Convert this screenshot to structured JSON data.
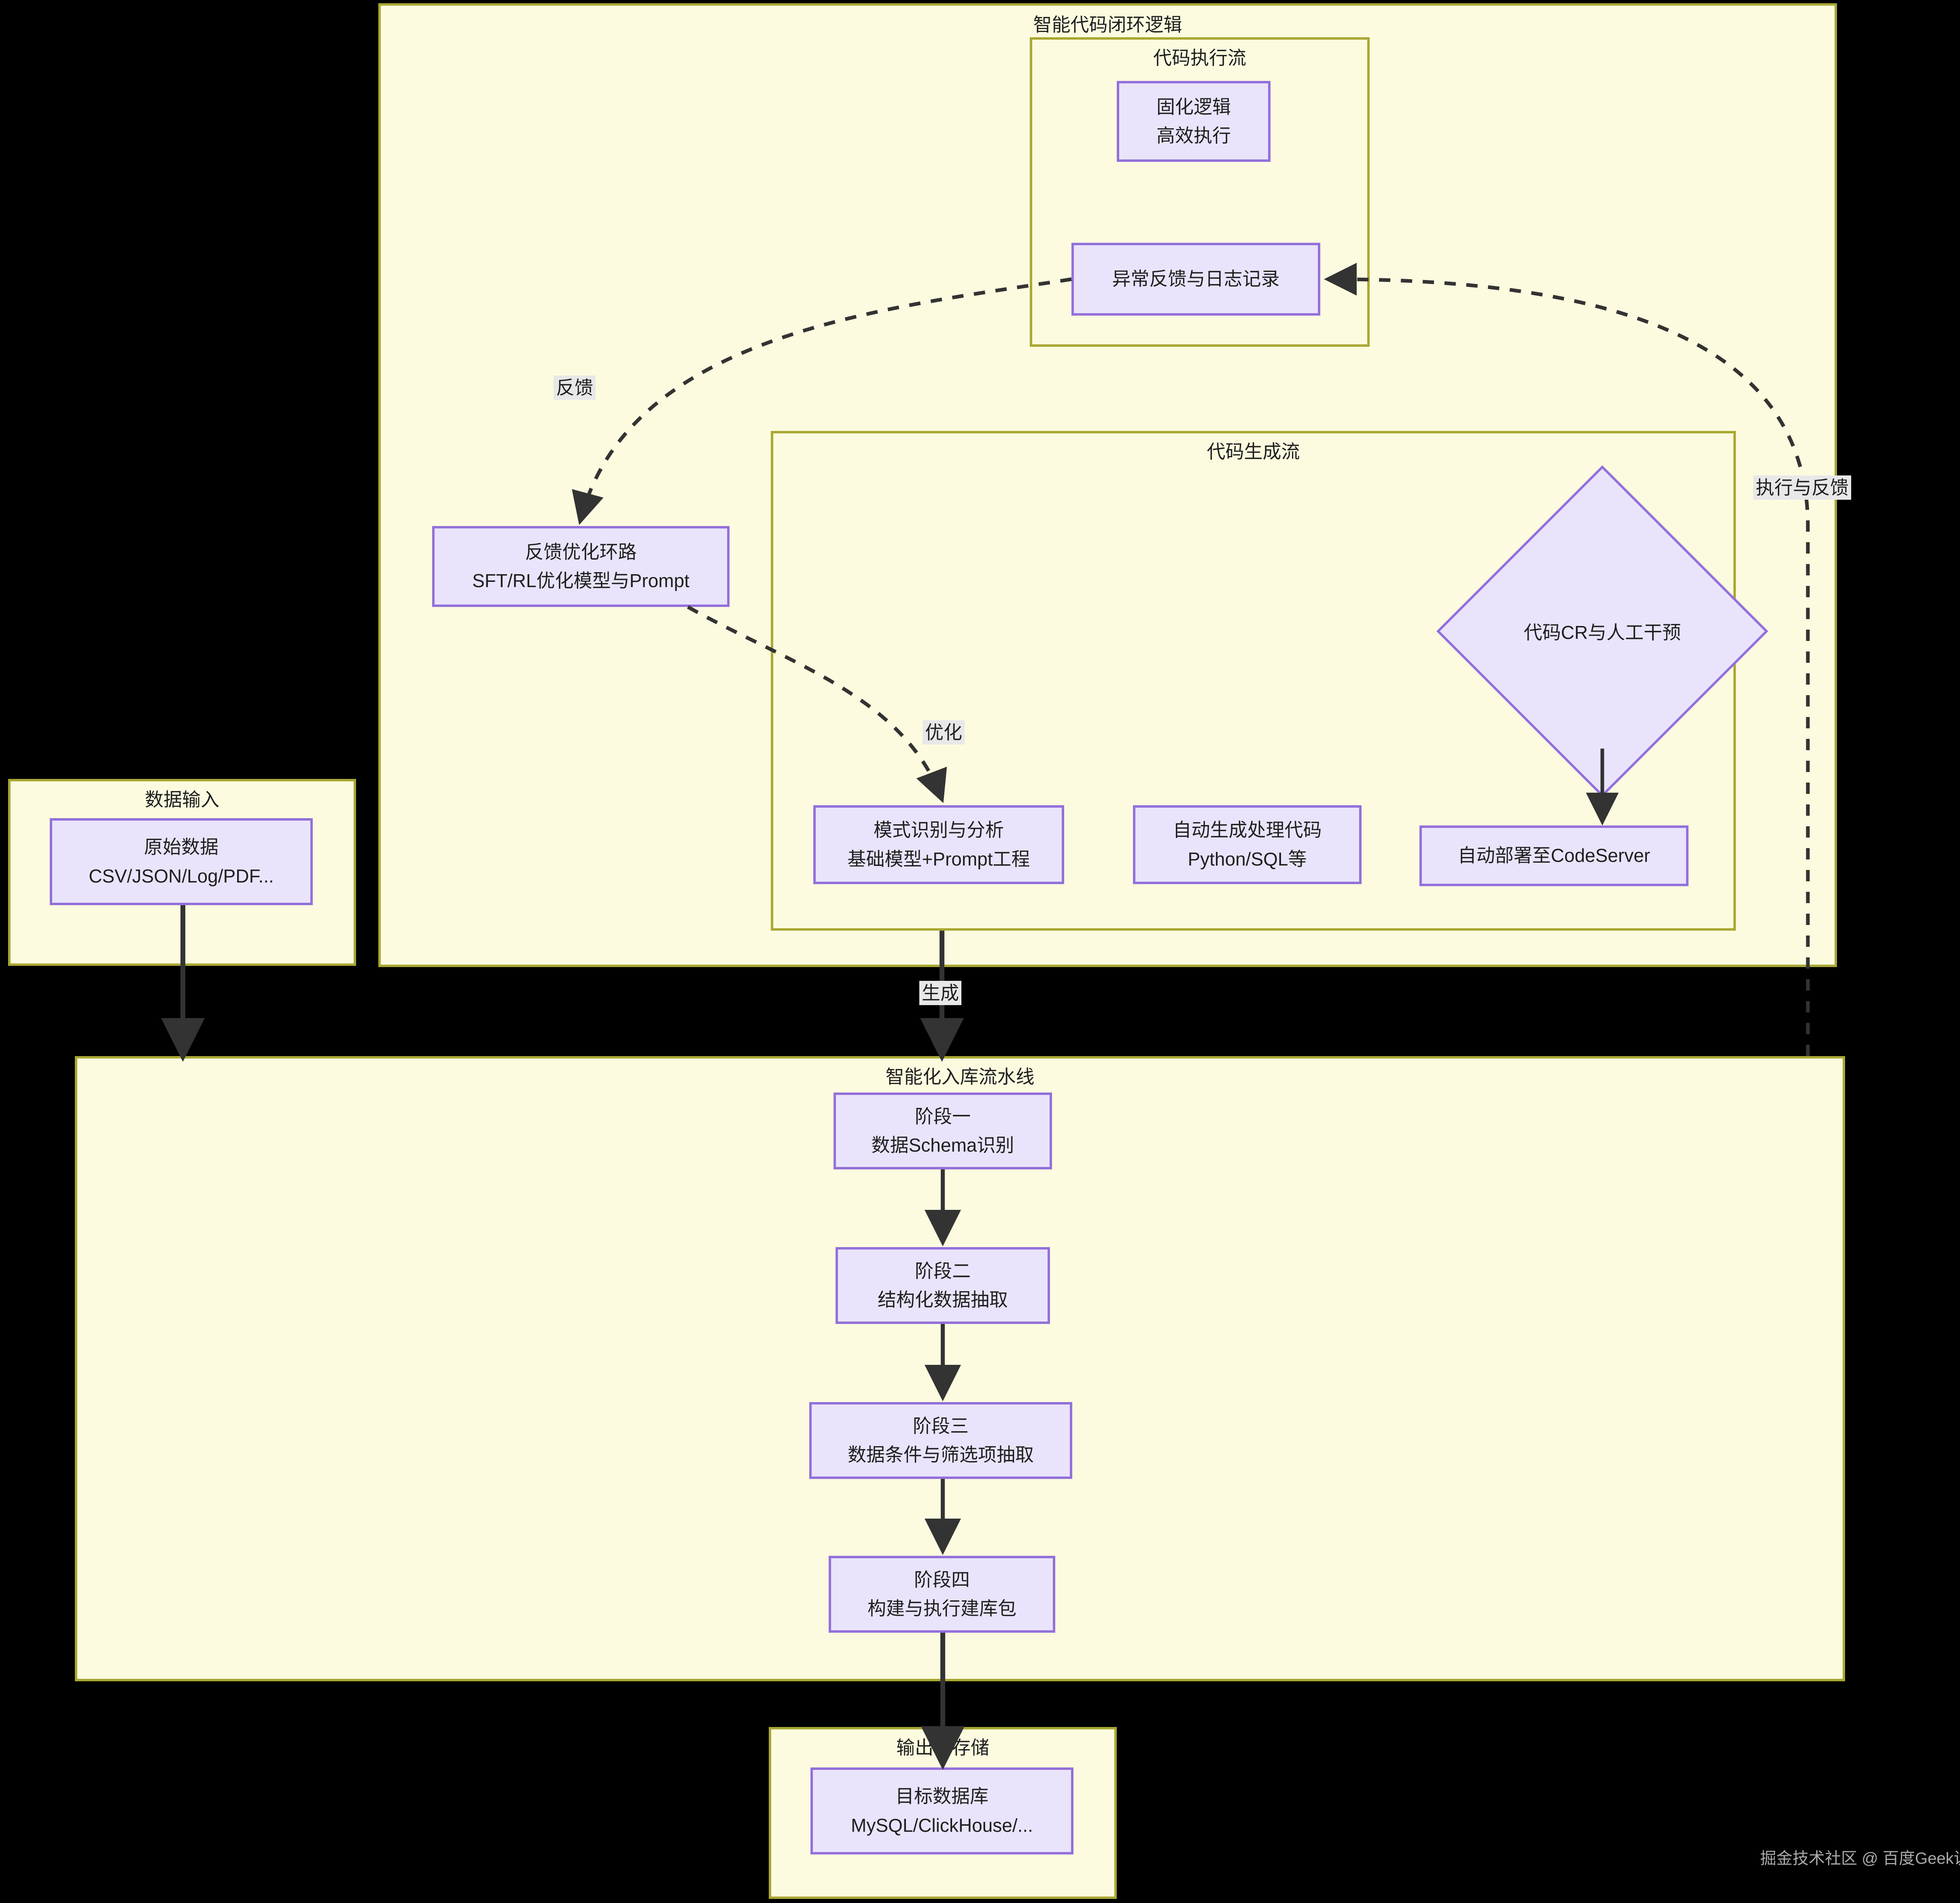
{
  "background_color": "#000000",
  "cluster_fill": "#fcfbdf",
  "cluster_border": "#aaa833",
  "node_fill": "#e9e4fb",
  "node_border": "#9370db",
  "edge_color": "#333333",
  "clusters": {
    "closed_loop": {
      "title": "智能代码闭环逻辑"
    },
    "exec_flow": {
      "title": "代码执行流"
    },
    "gen_flow": {
      "title": "代码生成流"
    },
    "data_input": {
      "title": "数据输入"
    },
    "pipeline": {
      "title": "智能化入库流水线"
    },
    "output": {
      "title": "输出与存储"
    }
  },
  "nodes": {
    "solid_logic": {
      "line1": "固化逻辑",
      "line2": "高效执行"
    },
    "error_log": {
      "line1": "异常反馈与日志记录",
      "line2": ""
    },
    "feedback_loop": {
      "line1": "反馈优化环路",
      "line2": "SFT/RL优化模型与Prompt"
    },
    "code_review": {
      "line1": "代码CR与人工干预",
      "line2": ""
    },
    "pattern": {
      "line1": "模式识别与分析",
      "line2": "基础模型+Prompt工程"
    },
    "gen_code": {
      "line1": "自动生成处理代码",
      "line2": "Python/SQL等"
    },
    "deploy": {
      "line1": "自动部署至CodeServer",
      "line2": ""
    },
    "raw_data": {
      "line1": "原始数据",
      "line2": "CSV/JSON/Log/PDF..."
    },
    "stage1": {
      "line1": "阶段一",
      "line2": "数据Schema识别"
    },
    "stage2": {
      "line1": "阶段二",
      "line2": "结构化数据抽取"
    },
    "stage3": {
      "line1": "阶段三",
      "line2": "数据条件与筛选项抽取"
    },
    "stage4": {
      "line1": "阶段四",
      "line2": "构建与执行建库包"
    },
    "target_db": {
      "line1": "目标数据库",
      "line2": "MySQL/ClickHouse/..."
    }
  },
  "edge_labels": {
    "feedback": "反馈",
    "optimize": "优化",
    "exec_feedback": "执行与反馈",
    "generate": "生成"
  },
  "watermark": {
    "text": "掘金技术社区 @ 百度Geek说"
  }
}
